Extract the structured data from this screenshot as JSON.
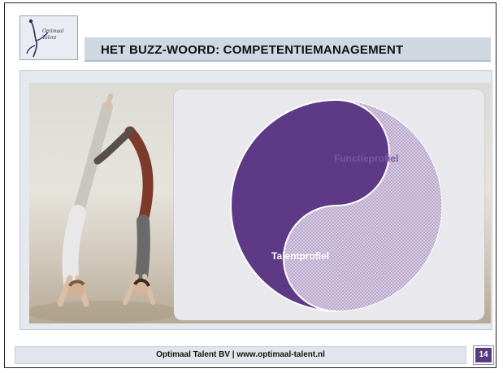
{
  "logo": {
    "line1": "Optimaal",
    "line2": "Talent"
  },
  "slide": {
    "title": "HET BUZZ-WOORD: COMPETENTIEMANAGEMENT"
  },
  "diagram": {
    "top_label": "Functieprofiel",
    "bottom_label": "Talentprofiel",
    "colors": {
      "dark": "#5e3a86",
      "light": "#cfc3dc",
      "panel": "#e9e8ec"
    }
  },
  "footer": {
    "text": "Optimaal Talent BV | www.optimaal-talent.nl",
    "page_number": "14"
  }
}
